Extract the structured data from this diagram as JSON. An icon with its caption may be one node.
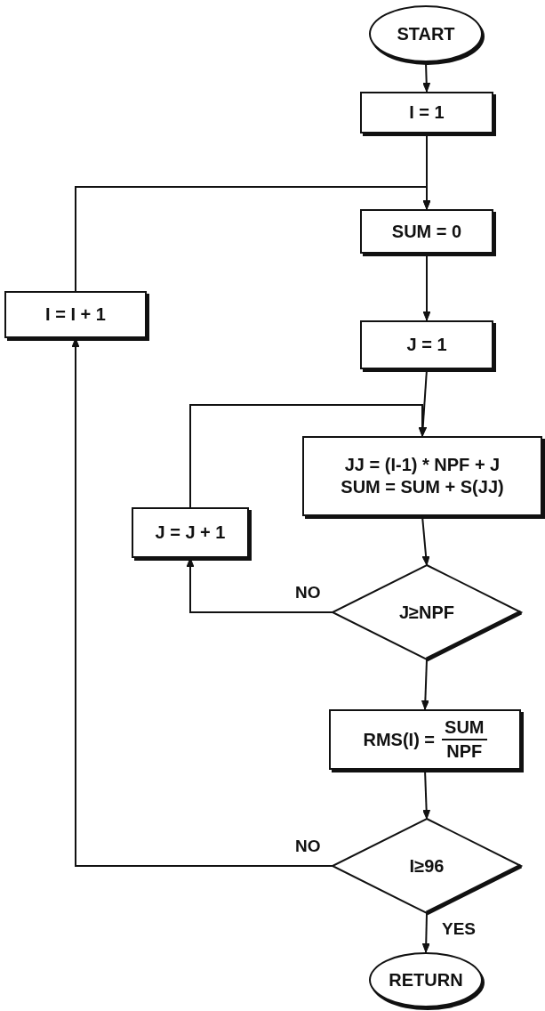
{
  "diagram": {
    "nodes": [
      {
        "text": [
          "START"
        ]
      },
      {
        "text": [
          "I = 1"
        ]
      },
      {
        "text": [
          "SUM = 0"
        ]
      },
      {
        "text": [
          "J = 1"
        ]
      },
      {
        "text": [
          "JJ = (I-1) * NPF + J",
          "SUM = SUM + S(JJ)"
        ]
      },
      {
        "text": [
          "J≥NPF"
        ]
      },
      {
        "text": [
          "RMS(I) =",
          "SUM",
          "NPF"
        ]
      },
      {
        "text": [
          "I≥96"
        ]
      },
      {
        "text": [
          "RETURN"
        ]
      },
      {
        "text": [
          "J = J + 1"
        ]
      },
      {
        "text": [
          "I = I + 1"
        ]
      }
    ],
    "edges": [
      {
        "from": 0,
        "to": 1,
        "arrow": "to"
      },
      {
        "from": 1,
        "to": 2,
        "arrow": "to"
      },
      {
        "from": 10,
        "to": 2,
        "arrow": "to"
      },
      {
        "from": 2,
        "to": 3,
        "arrow": "to"
      },
      {
        "from": 3,
        "to": 4,
        "arrow": "to"
      },
      {
        "from": 9,
        "to": 4,
        "arrow": "to"
      },
      {
        "from": 4,
        "to": 5,
        "arrow": "to"
      },
      {
        "from": 5,
        "to": 9,
        "arrow": "to",
        "label": "NO"
      },
      {
        "from": 5,
        "to": 6,
        "arrow": "to"
      },
      {
        "from": 6,
        "to": 7,
        "arrow": "to"
      },
      {
        "from": 7,
        "to": 10,
        "arrow": "to",
        "label": "NO"
      },
      {
        "from": 7,
        "to": 8,
        "arrow": "to",
        "label": "YES"
      }
    ]
  }
}
